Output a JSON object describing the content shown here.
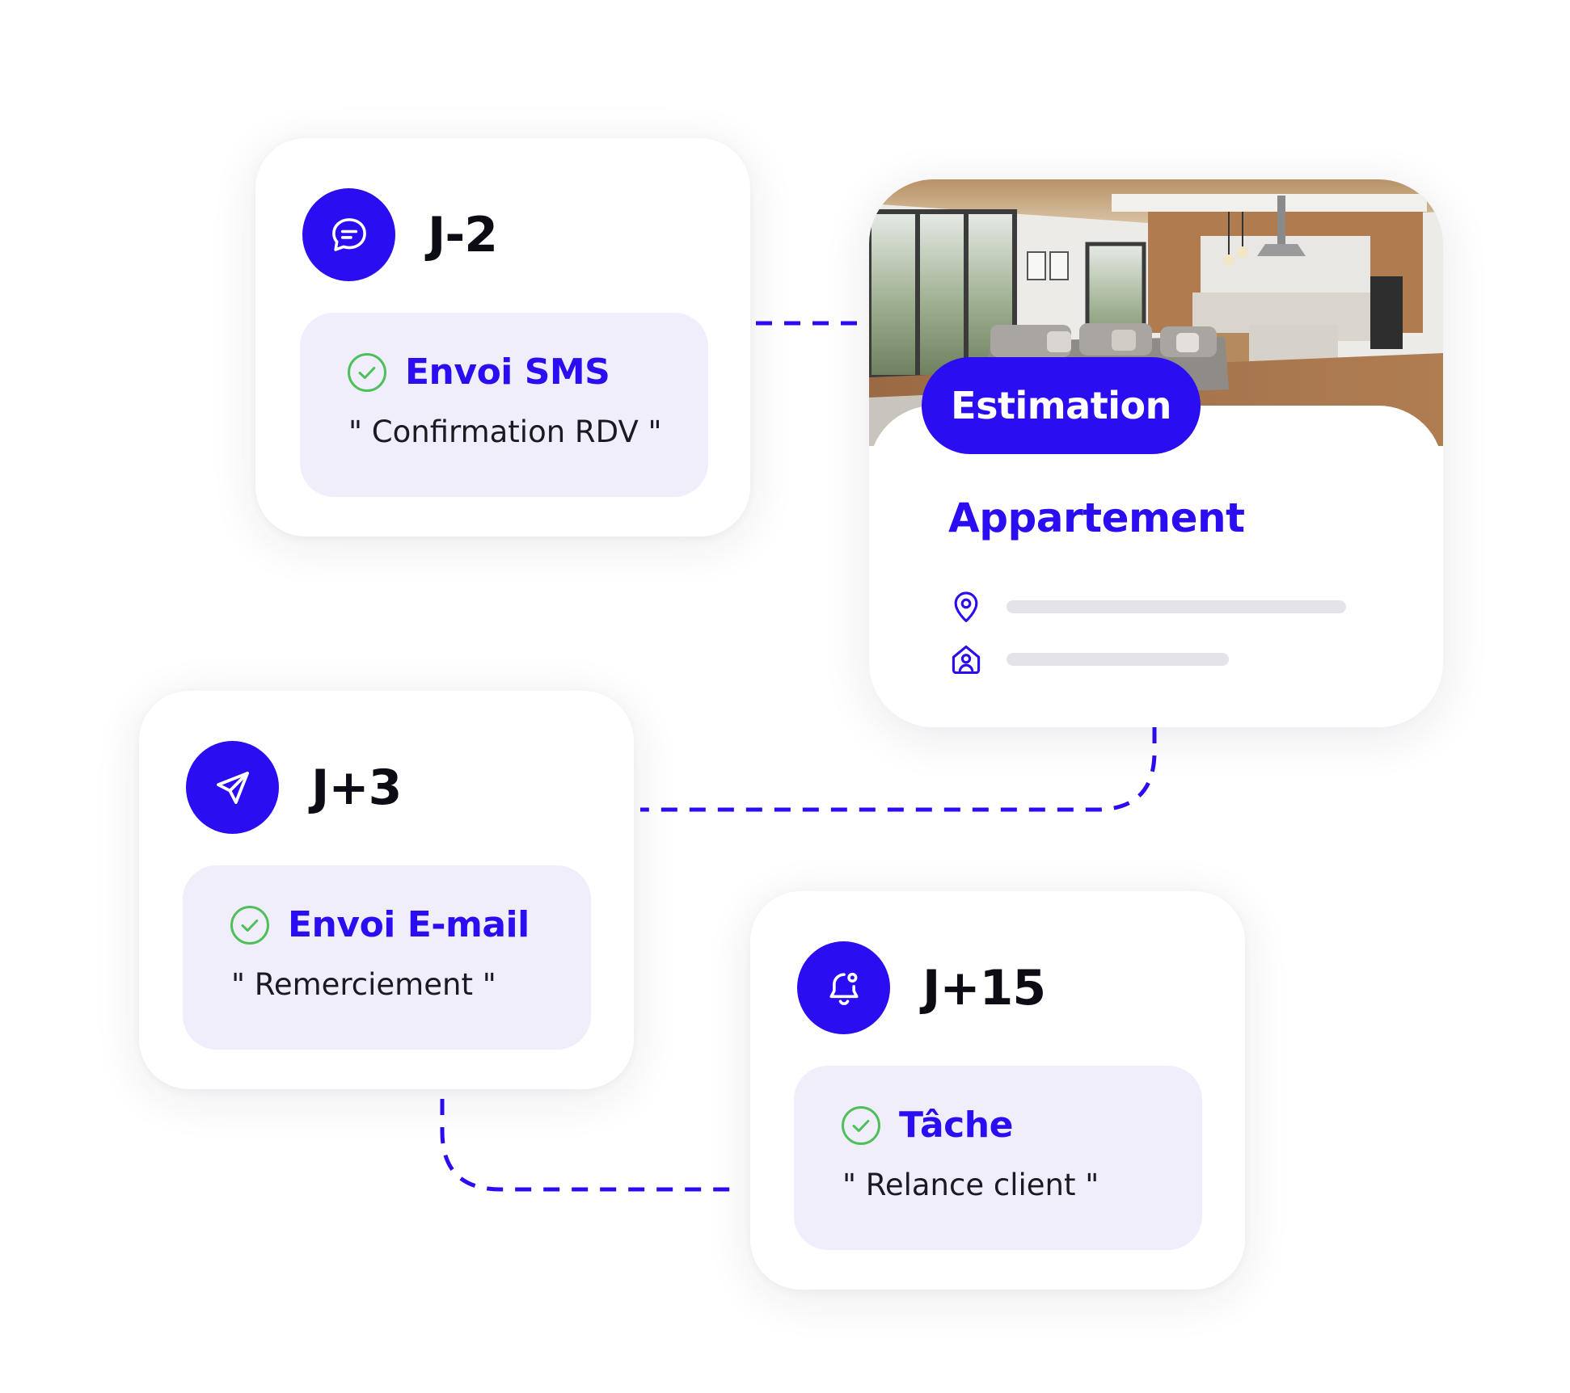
{
  "colors": {
    "accent": "#2a0df0",
    "action_bg": "#f0eefb",
    "check": "#4fbf5a",
    "placeholder": "#e3e3ea"
  },
  "steps": [
    {
      "day": "J-2",
      "icon": "chat-icon",
      "action_title": "Envoi SMS",
      "action_description": "\" Confirmation RDV \""
    },
    {
      "day": "J+3",
      "icon": "send-icon",
      "action_title": "Envoi E-mail",
      "action_description": "\" Remerciement \""
    },
    {
      "day": "J+15",
      "icon": "bell-icon",
      "action_title": "Tâche",
      "action_description": "\" Relance client \""
    }
  ],
  "property": {
    "badge": "Estimation",
    "type": "Appartement",
    "photo": "living-room-kitchen-photo",
    "rows": [
      {
        "icon": "location-pin-icon"
      },
      {
        "icon": "home-user-icon"
      }
    ]
  }
}
